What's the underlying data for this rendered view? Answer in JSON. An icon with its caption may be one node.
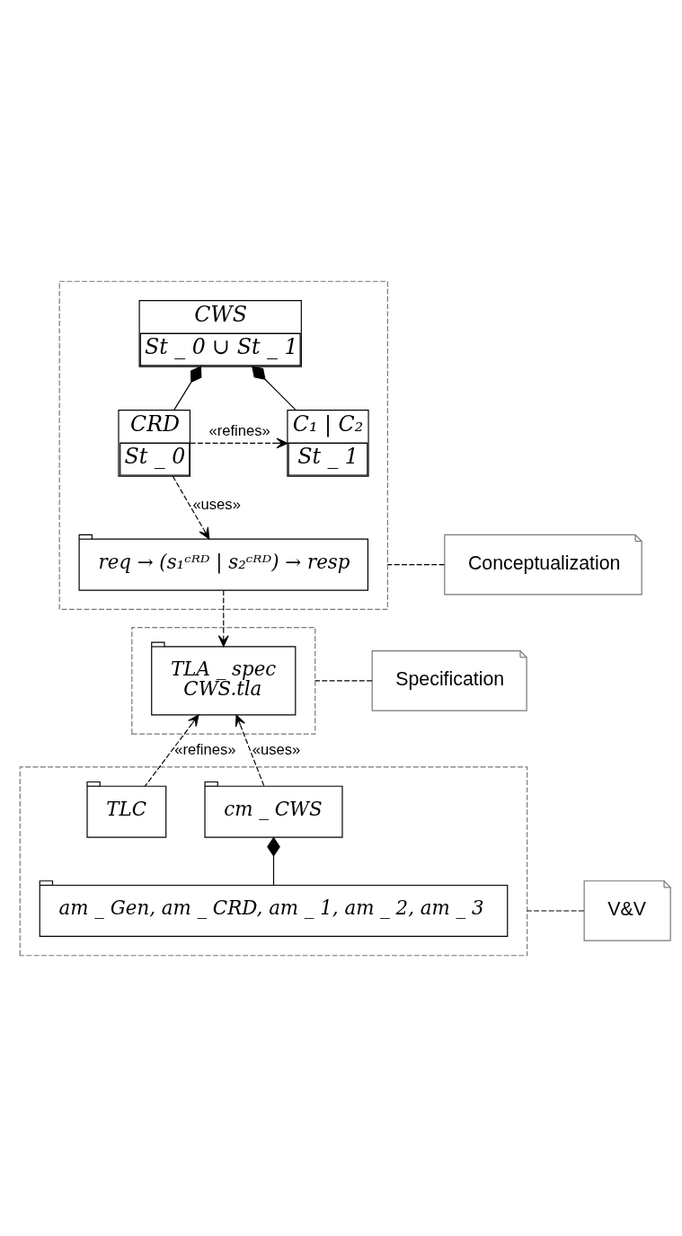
{
  "diagram": {
    "nodes": [
      {
        "text": [],
        "shape": "box"
      },
      {
        "text": [
          "CWS",
          "St _ 0 ∪ St _ 1"
        ],
        "in": 0
      },
      {
        "text": [
          "C₁ | C₂",
          "St _ 1"
        ],
        "in": 0
      },
      {
        "text": [
          "CRD",
          "St _ 0"
        ],
        "in": 0
      },
      {
        "text": [
          "req → (s₁ᶜᴿᴰ | s₂ᶜᴿᴰ) → resp"
        ],
        "in": 0
      },
      {
        "text": [
          "Conceptualization"
        ]
      },
      {
        "text": [],
        "shape": "box"
      },
      {
        "text": [
          "TLA _ spec",
          "CWS.tla"
        ],
        "in": 6
      },
      {
        "text": [
          "Specification"
        ]
      },
      {
        "text": [],
        "shape": "box"
      },
      {
        "text": [
          "TLC"
        ],
        "in": 9
      },
      {
        "text": [
          "cm _ CWS"
        ],
        "in": 9
      },
      {
        "text": [
          "am _ Gen, am _ CRD, am _ 1, am _ 2, am _ 3"
        ],
        "in": 9
      },
      {
        "text": [
          "V&V"
        ]
      }
    ],
    "edges": [
      {
        "from": 1,
        "to": 2,
        "arrow": "other"
      },
      {
        "from": 1,
        "to": 3,
        "arrow": "other"
      },
      {
        "from": 3,
        "to": 2,
        "arrow": "to",
        "style": "dashed",
        "label": "«refines»"
      },
      {
        "from": 3,
        "to": 4,
        "arrow": "to",
        "style": "dashed",
        "label": "«uses»"
      },
      {
        "from": 4,
        "to": 7,
        "arrow": "to",
        "style": "dashed"
      },
      {
        "from": 10,
        "to": 7,
        "arrow": "to",
        "style": "dashed",
        "label": "«refines»"
      },
      {
        "from": 11,
        "to": 7,
        "arrow": "to",
        "style": "dashed",
        "label": "«uses»"
      },
      {
        "from": 11,
        "to": 12,
        "arrow": "other"
      },
      {
        "from": 5,
        "to": 0,
        "arrow": "none",
        "style": "dashed"
      },
      {
        "from": 8,
        "to": 6,
        "arrow": "none",
        "style": "dashed"
      },
      {
        "from": 13,
        "to": 9,
        "arrow": "none",
        "style": "dashed"
      }
    ]
  }
}
